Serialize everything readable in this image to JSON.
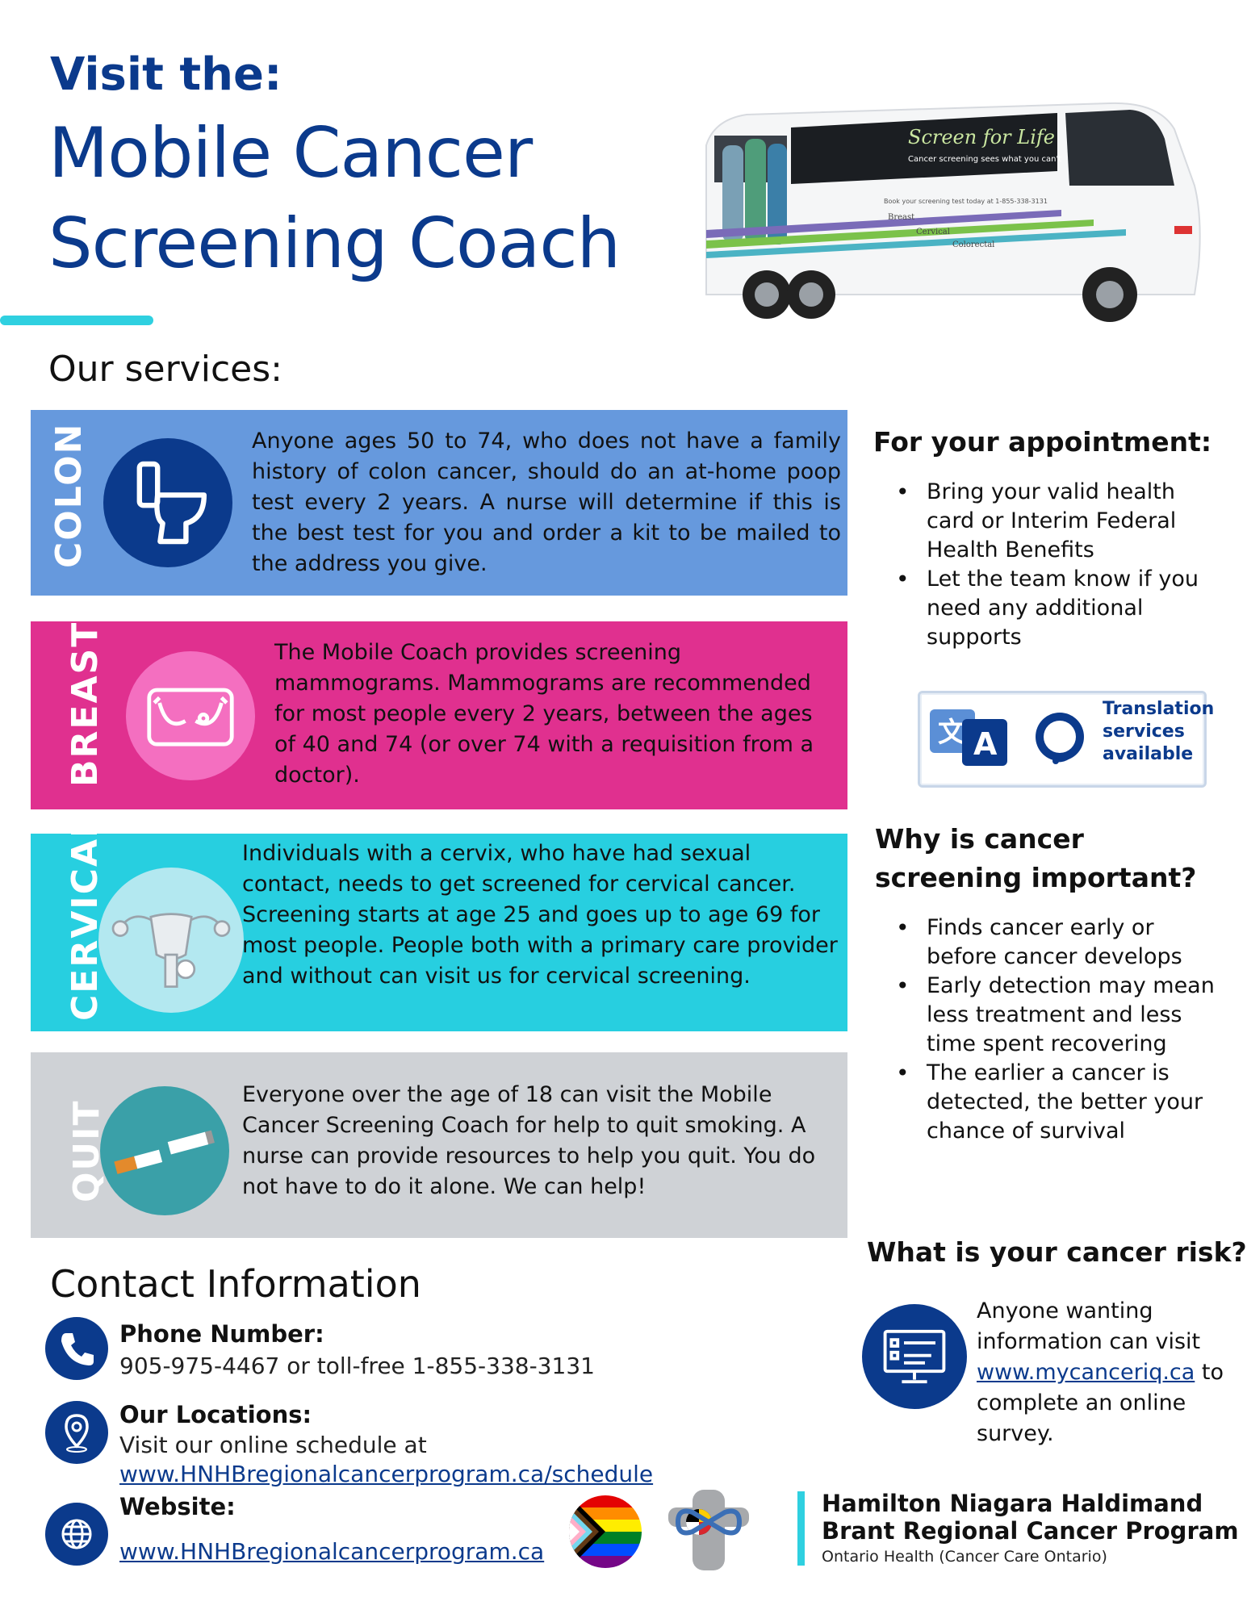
{
  "header": {
    "visit": "Visit the:",
    "title_line1": "Mobile Cancer",
    "title_line2": "Screening Coach",
    "services_heading": "Our services:"
  },
  "bus": {
    "brand_text": "Screen for Life",
    "tagline": "Cancer screening sees what you can't",
    "booking": "Book your screening test today at 1-855-338-3131",
    "checks": [
      "Breast",
      "Cervical",
      "Colorectal"
    ],
    "colors": {
      "stripe_green": "#7bc24a",
      "stripe_purple": "#7a6bb8",
      "stripe_teal": "#4bb3c4"
    }
  },
  "services": [
    {
      "id": "colon",
      "label": "COLON",
      "icon": "toilet-icon",
      "color": "#6699dd",
      "text": "Anyone ages 50 to 74, who does not have a family history of colon cancer, should do an at-home poop test every 2 years. A nurse will determine if this is the best test for you and order a kit to be mailed to the address you give."
    },
    {
      "id": "breast",
      "label": "BREAST",
      "icon": "breast-icon",
      "color": "#e0308f",
      "text": "The Mobile Coach provides screening mammograms. Mammograms are recommended for most people every 2 years, between the ages of 40 and 74 (or over 74 with a requisition from a doctor)."
    },
    {
      "id": "cervical",
      "label": "CERVICAL",
      "icon": "uterus-icon",
      "color": "#27cfe0",
      "text": "Individuals with a cervix, who have had sexual contact, needs to get screened for cervical cancer. Screening starts at age 25 and goes up to age 69 for most people. People both with a primary care provider and without can visit us for cervical screening."
    },
    {
      "id": "quit",
      "label": "QUIT",
      "icon": "broken-cigarette-icon",
      "color": "#cfd2d6",
      "text": "Everyone over the age of 18 can visit the Mobile Cancer Screening Coach for help to quit smoking. A nurse can provide resources to help you quit. You do not have to do it alone. We can help!"
    }
  ],
  "appointment": {
    "heading": "For your appointment:",
    "items": [
      "Bring your valid health card or Interim Federal Health Benefits",
      "Let the team know if you need any additional supports"
    ]
  },
  "translation": {
    "line1": "Translation",
    "line2": "services",
    "line3": "available"
  },
  "why": {
    "heading": "Why is cancer screening important?",
    "items": [
      "Finds cancer early or before cancer develops",
      "Early detection may mean less treatment and less time spent recovering",
      "The earlier a cancer is detected, the better your chance of survival"
    ]
  },
  "risk": {
    "heading": "What is your cancer risk?",
    "text_before": "Anyone wanting information can visit",
    "link": "www.mycanceriq.ca",
    "text_after": "to complete an online survey."
  },
  "contact": {
    "heading": "Contact Information",
    "phone_label": "Phone Number:",
    "phone_value": "905-975-4467 or toll-free 1-855-338-3131",
    "locations_label": "Our Locations:",
    "locations_text": "Visit our online schedule at",
    "locations_link": "www.HNHBregionalcancerprogram.ca/schedule",
    "website_label": "Website:",
    "website_link": "www.HNHBregionalcancerprogram.ca"
  },
  "logo": {
    "line1": "Hamilton Niagara Haldimand",
    "line2": "Brant Regional Cancer Program",
    "line3": "Ontario Health (Cancer Care Ontario)"
  },
  "colors": {
    "brand_blue": "#0b3a8c",
    "accent_cyan": "#2fd0e0"
  }
}
